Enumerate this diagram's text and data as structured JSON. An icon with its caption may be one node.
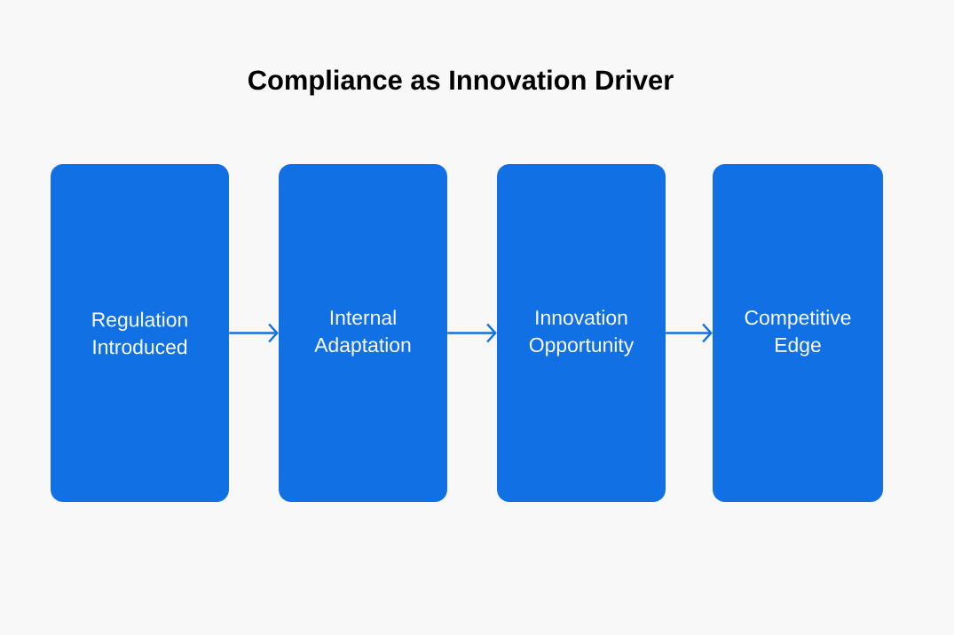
{
  "diagram": {
    "title": "Compliance as Innovation Driver",
    "nodes": [
      {
        "text": [
          "Regulation Introduced"
        ]
      },
      {
        "text": [
          "Internal Adaptation"
        ]
      },
      {
        "text": [
          "Innovation Opportunity"
        ]
      },
      {
        "text": [
          "Competitive Edge"
        ]
      }
    ],
    "edges": [
      {
        "from": 0,
        "to": 1,
        "arrow": "to"
      },
      {
        "from": 1,
        "to": 2,
        "arrow": "to"
      },
      {
        "from": 2,
        "to": 3,
        "arrow": "to"
      }
    ]
  }
}
